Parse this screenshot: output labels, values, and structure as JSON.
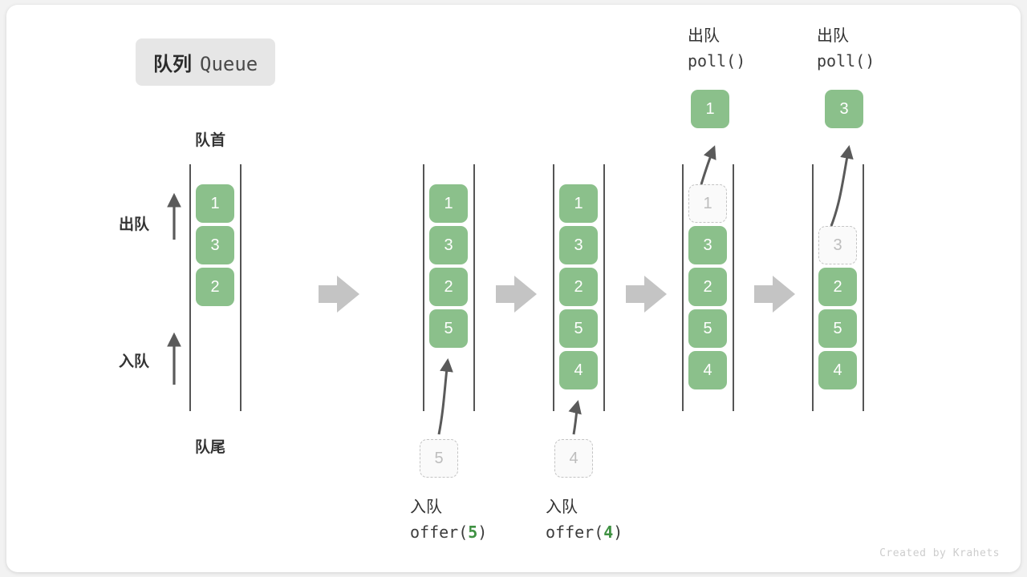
{
  "title": {
    "cn": "队列",
    "en": "Queue"
  },
  "labels": {
    "head": "队首",
    "tail": "队尾",
    "dequeue": "出队",
    "enqueue": "入队"
  },
  "credit": "Created by Krahets",
  "colors": {
    "box_fill": "#8bc08b",
    "box_text": "#ffffff",
    "ghost_fill": "#fafafa",
    "ghost_border": "#c4c4c4",
    "ghost_text": "#bdbdbd",
    "rail": "#555555",
    "arrow": "#5a5a5a",
    "transition_arrow": "#c4c4c4",
    "badge_bg": "#e6e6e6",
    "accent_num": "#3f9142",
    "card_bg": "#ffffff",
    "page_bg": "#f2f2f2"
  },
  "operations": [
    {
      "cn": "入队",
      "code_prefix": "offer(",
      "code_num": "5",
      "code_suffix": ")"
    },
    {
      "cn": "入队",
      "code_prefix": "offer(",
      "code_num": "4",
      "code_suffix": ")"
    },
    {
      "cn": "出队",
      "code_prefix": "poll(",
      "code_num": "",
      "code_suffix": ")"
    },
    {
      "cn": "出队",
      "code_prefix": "poll(",
      "code_num": "",
      "code_suffix": ")"
    }
  ],
  "panels": [
    {
      "id": "initial",
      "items": [
        {
          "value": "1",
          "state": "filled"
        },
        {
          "value": "3",
          "state": "filled"
        },
        {
          "value": "2",
          "state": "filled"
        }
      ],
      "incoming": null,
      "outgoing": null
    },
    {
      "id": "after-offer-5",
      "items": [
        {
          "value": "1",
          "state": "filled"
        },
        {
          "value": "3",
          "state": "filled"
        },
        {
          "value": "2",
          "state": "filled"
        },
        {
          "value": "5",
          "state": "filled"
        }
      ],
      "incoming": {
        "value": "5",
        "state": "ghost"
      },
      "outgoing": null
    },
    {
      "id": "after-offer-4",
      "items": [
        {
          "value": "1",
          "state": "filled"
        },
        {
          "value": "3",
          "state": "filled"
        },
        {
          "value": "2",
          "state": "filled"
        },
        {
          "value": "5",
          "state": "filled"
        },
        {
          "value": "4",
          "state": "filled"
        }
      ],
      "incoming": {
        "value": "4",
        "state": "ghost"
      },
      "outgoing": null
    },
    {
      "id": "after-poll-1",
      "items": [
        {
          "value": "1",
          "state": "ghost"
        },
        {
          "value": "3",
          "state": "filled"
        },
        {
          "value": "2",
          "state": "filled"
        },
        {
          "value": "5",
          "state": "filled"
        },
        {
          "value": "4",
          "state": "filled"
        }
      ],
      "incoming": null,
      "outgoing": {
        "value": "1",
        "state": "filled"
      }
    },
    {
      "id": "after-poll-3",
      "items": [
        {
          "value": "3",
          "state": "ghost"
        },
        {
          "value": "2",
          "state": "filled"
        },
        {
          "value": "5",
          "state": "filled"
        },
        {
          "value": "4",
          "state": "filled"
        }
      ],
      "incoming": null,
      "outgoing": {
        "value": "3",
        "state": "filled"
      }
    }
  ]
}
